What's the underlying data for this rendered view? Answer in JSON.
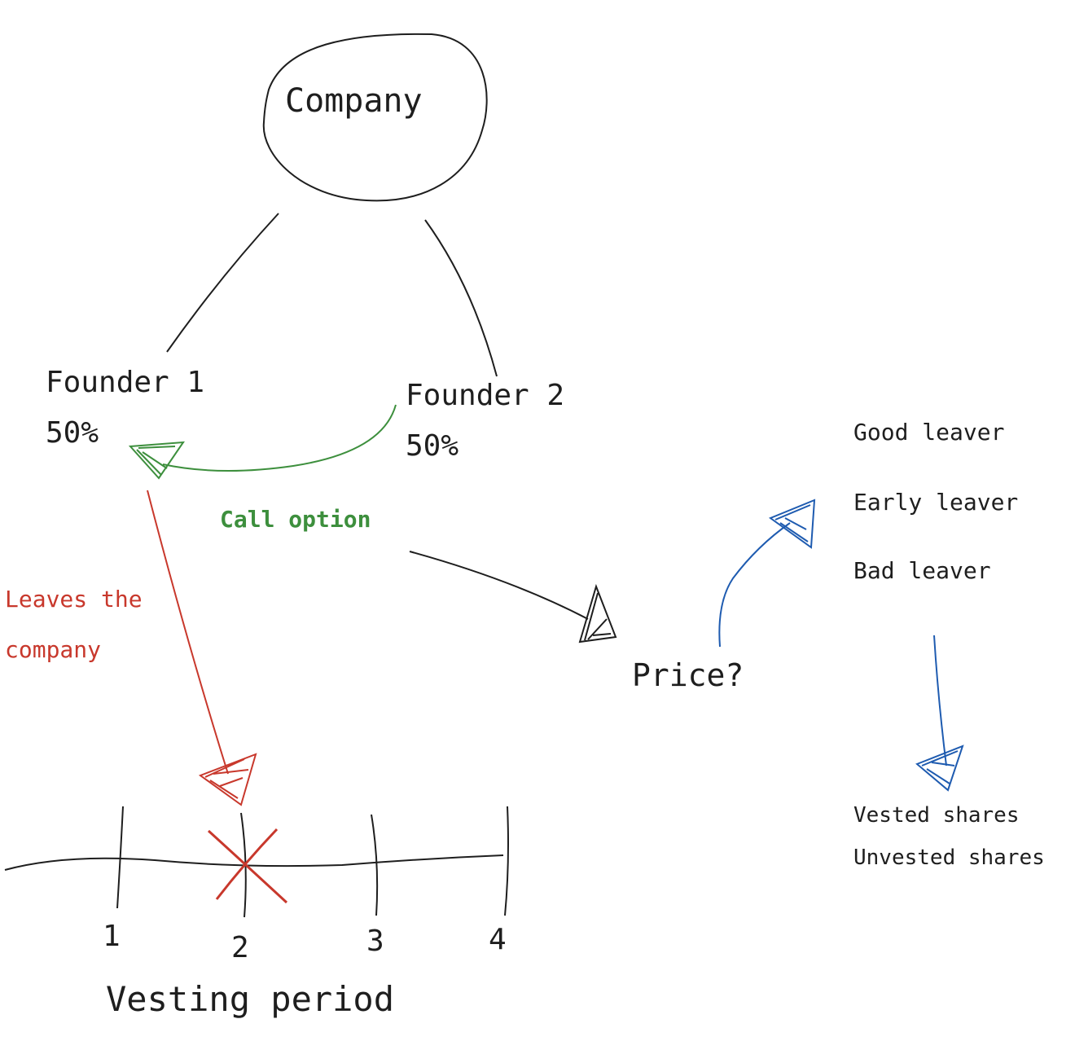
{
  "colors": {
    "ink": "#1e1e1e",
    "green": "#3d8f3d",
    "red": "#c8382c",
    "blue": "#1e5bb0"
  },
  "nodes": {
    "company": "Company",
    "founder1_name": "Founder 1",
    "founder1_share": "50%",
    "founder2_name": "Founder 2",
    "founder2_share": "50%",
    "price": "Price?"
  },
  "annotations": {
    "call_option": "Call option",
    "leaves_line1": "Leaves the",
    "leaves_line2": "company"
  },
  "leaver_types": [
    "Good leaver",
    "Early leaver",
    "Bad leaver"
  ],
  "share_types": [
    "Vested shares",
    "Unvested shares"
  ],
  "timeline": {
    "ticks": [
      "1",
      "2",
      "3",
      "4"
    ],
    "title": "Vesting period"
  }
}
